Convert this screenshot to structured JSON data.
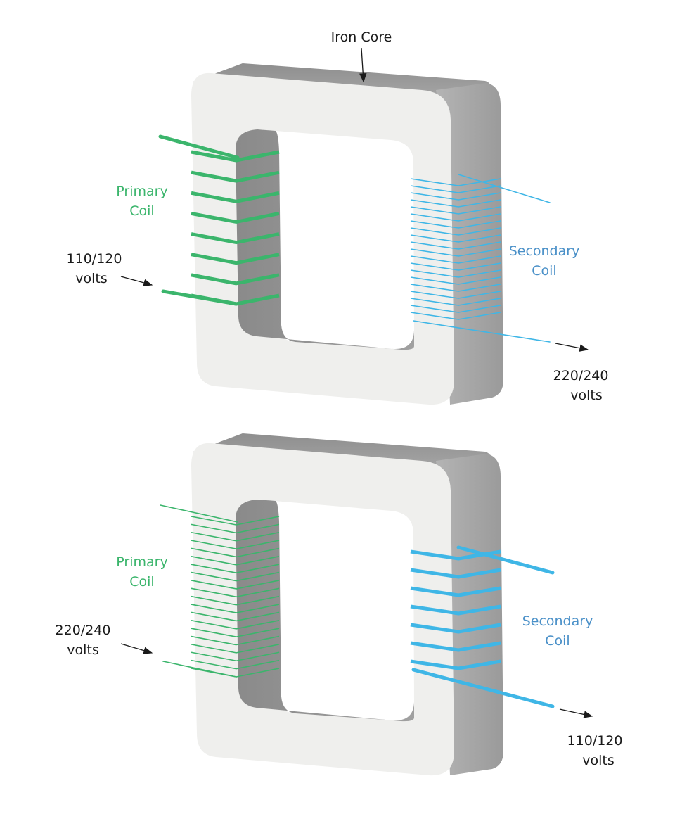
{
  "colors": {
    "primary_coil": "#3bb56c",
    "secondary_coil": "#3fb6e6",
    "primary_label": "#3bb56c",
    "secondary_label": "#4a90c8",
    "core_front": "#efefed",
    "core_side": "#a6a6a6",
    "core_inner": "#9a9a9a",
    "text": "#1a1a1a"
  },
  "top": {
    "core_label": "Iron Core",
    "primary_label": [
      "Primary",
      "Coil"
    ],
    "secondary_label": [
      "Secondary",
      "Coil"
    ],
    "input_voltage": [
      "110/120",
      "volts"
    ],
    "output_voltage": [
      "220/240",
      "volts"
    ],
    "primary_turns": 8,
    "secondary_turns": 20
  },
  "bottom": {
    "primary_label": [
      "Primary",
      "Coil"
    ],
    "secondary_label": [
      "Secondary",
      "Coil"
    ],
    "input_voltage": [
      "220/240",
      "volts"
    ],
    "output_voltage": [
      "110/120",
      "volts"
    ],
    "primary_turns": 20,
    "secondary_turns": 7
  }
}
